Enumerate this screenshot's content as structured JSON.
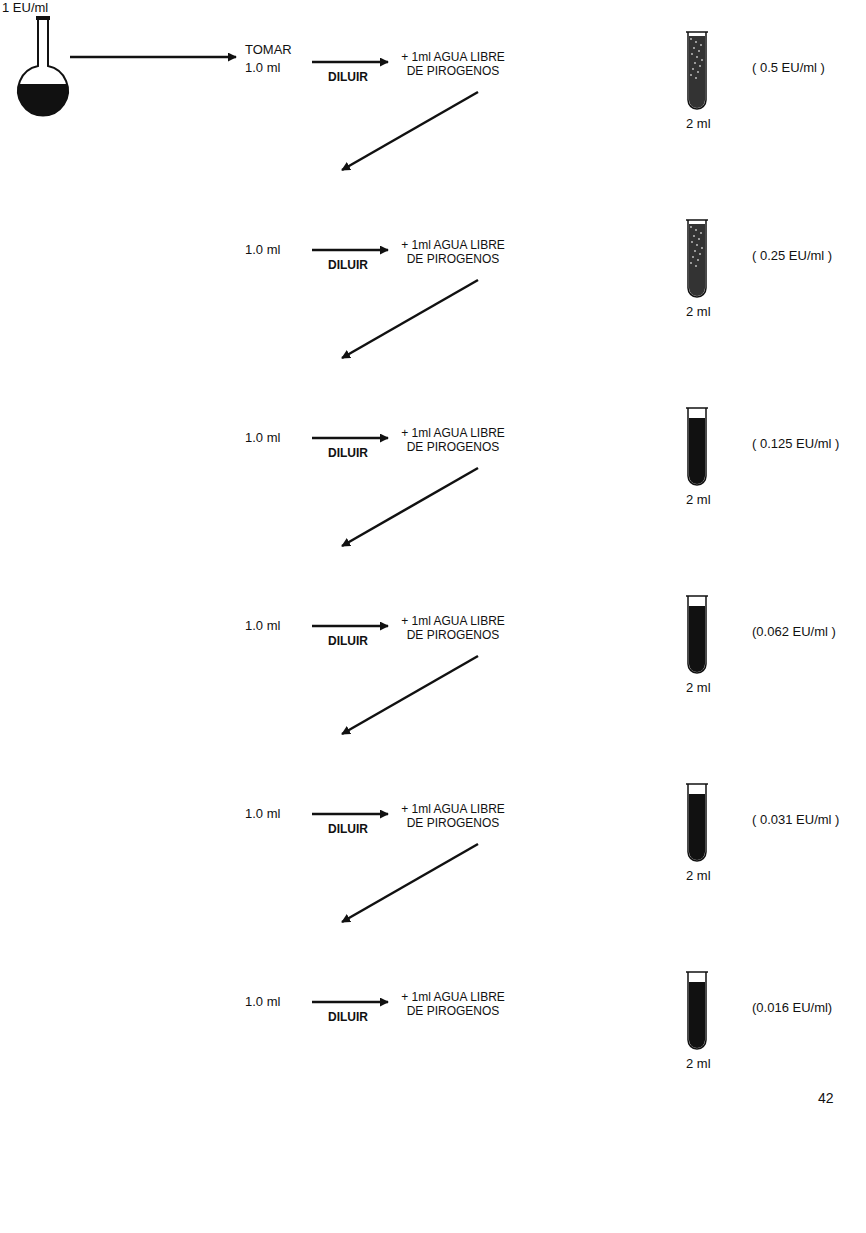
{
  "diagram": {
    "labels": [
      "1 EU/ml",
      "TOMAR",
      "1.0 ml",
      "DILUIR",
      "+ 1ml AGUA LIBRE DE PIROGENOS",
      "( 0.5 EU/ml )",
      "2 ml",
      "1.0 ml",
      "DILUIR",
      "+ 1ml AGUA LIBRE DE PIROGENOS",
      "( 0.25 EU/ml )",
      "2 ml",
      "1.0 ml",
      "DILUIR",
      "+ 1ml AGUA LIBRE DE PIROGENOS",
      "( 0.125 EU/ml )",
      "2 ml",
      "1.0 ml",
      "DILUIR",
      "+ 1ml AGUA LIBRE DE PIROGENOS",
      "(0.062 EU/ml )",
      "2 ml",
      "1.0 ml",
      "DILUIR",
      "+ 1ml AGUA LIBRE DE PIROGENOS",
      "( 0.031 EU/ml )",
      "2 ml",
      "1.0 ml",
      "DILUIR",
      "+ 1ml AGUA LIBRE DE PIROGENOS",
      "(0.016 EU/ml)",
      "2 ml",
      "42"
    ]
  }
}
